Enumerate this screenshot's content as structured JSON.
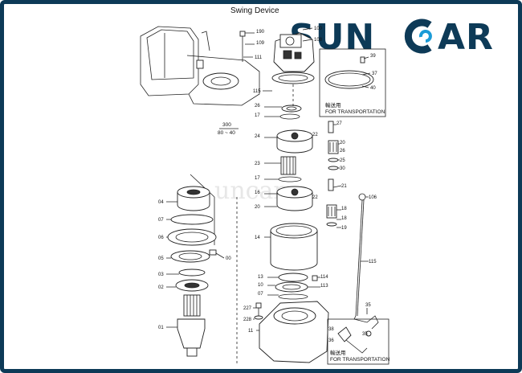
{
  "title": "Swing Device",
  "brand": {
    "name_left": "SUN",
    "name_right": "AR",
    "color": "#0d3a57",
    "accent": "#1a9bd7"
  },
  "watermark": "uncar",
  "labels": {
    "transport_jp": "輸送用",
    "transport_top": "FOR TRANSPORTATION",
    "transport_bottom": "FOR TRANSPORTATION",
    "ref_num": "300",
    "ref_range": "80 ~ 40"
  },
  "callouts": [
    {
      "id": "c190",
      "text": "190"
    },
    {
      "id": "c109",
      "text": "109"
    },
    {
      "id": "c111",
      "text": "111"
    },
    {
      "id": "c100",
      "text": "100"
    },
    {
      "id": "c108",
      "text": "108"
    },
    {
      "id": "c39",
      "text": "39"
    },
    {
      "id": "c37",
      "text": "37"
    },
    {
      "id": "c40",
      "text": "40"
    },
    {
      "id": "c115a",
      "text": "115"
    },
    {
      "id": "c26",
      "text": "26"
    },
    {
      "id": "c17a",
      "text": "17"
    },
    {
      "id": "c27",
      "text": "27"
    },
    {
      "id": "c24",
      "text": "24"
    },
    {
      "id": "c22a",
      "text": "22"
    },
    {
      "id": "c20a",
      "text": "20"
    },
    {
      "id": "c26b",
      "text": "26"
    },
    {
      "id": "c25",
      "text": "25"
    },
    {
      "id": "c30",
      "text": "30"
    },
    {
      "id": "c23",
      "text": "23"
    },
    {
      "id": "c17b",
      "text": "17"
    },
    {
      "id": "c21",
      "text": "21"
    },
    {
      "id": "c16",
      "text": "16"
    },
    {
      "id": "c22b",
      "text": "22"
    },
    {
      "id": "c20b",
      "text": "20"
    },
    {
      "id": "c18a",
      "text": "18"
    },
    {
      "id": "c18b",
      "text": "18"
    },
    {
      "id": "c19",
      "text": "19"
    },
    {
      "id": "c106",
      "text": "106"
    },
    {
      "id": "c04",
      "text": "04"
    },
    {
      "id": "c07a",
      "text": "07"
    },
    {
      "id": "c06",
      "text": "06"
    },
    {
      "id": "c05",
      "text": "05"
    },
    {
      "id": "c00",
      "text": "00"
    },
    {
      "id": "c03",
      "text": "03"
    },
    {
      "id": "c02",
      "text": "02"
    },
    {
      "id": "c01",
      "text": "01"
    },
    {
      "id": "c14",
      "text": "14"
    },
    {
      "id": "c115b",
      "text": "115"
    },
    {
      "id": "c13",
      "text": "13"
    },
    {
      "id": "c114",
      "text": "114"
    },
    {
      "id": "c10",
      "text": "10"
    },
    {
      "id": "c113",
      "text": "113"
    },
    {
      "id": "c07b",
      "text": "07"
    },
    {
      "id": "c227",
      "text": "227"
    },
    {
      "id": "c228",
      "text": "228"
    },
    {
      "id": "c11",
      "text": "11"
    },
    {
      "id": "c35",
      "text": "35"
    },
    {
      "id": "c38",
      "text": "38"
    },
    {
      "id": "c35b",
      "text": "35"
    },
    {
      "id": "c36",
      "text": "36"
    }
  ]
}
